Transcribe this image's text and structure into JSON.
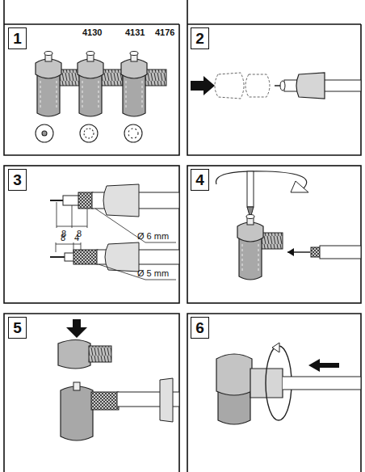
{
  "diagram": {
    "nodes": [
      {
        "text": [
          "1"
        ]
      },
      {
        "text": [
          "2"
        ]
      },
      {
        "text": [
          "3"
        ]
      },
      {
        "text": [
          "4"
        ]
      },
      {
        "text": [
          "5"
        ]
      },
      {
        "text": [
          "6"
        ]
      }
    ],
    "labels": [
      "4130",
      "4131",
      "4176",
      "8",
      "8",
      "Ø 6 mm",
      "8",
      "4",
      "Ø 5 mm"
    ]
  }
}
